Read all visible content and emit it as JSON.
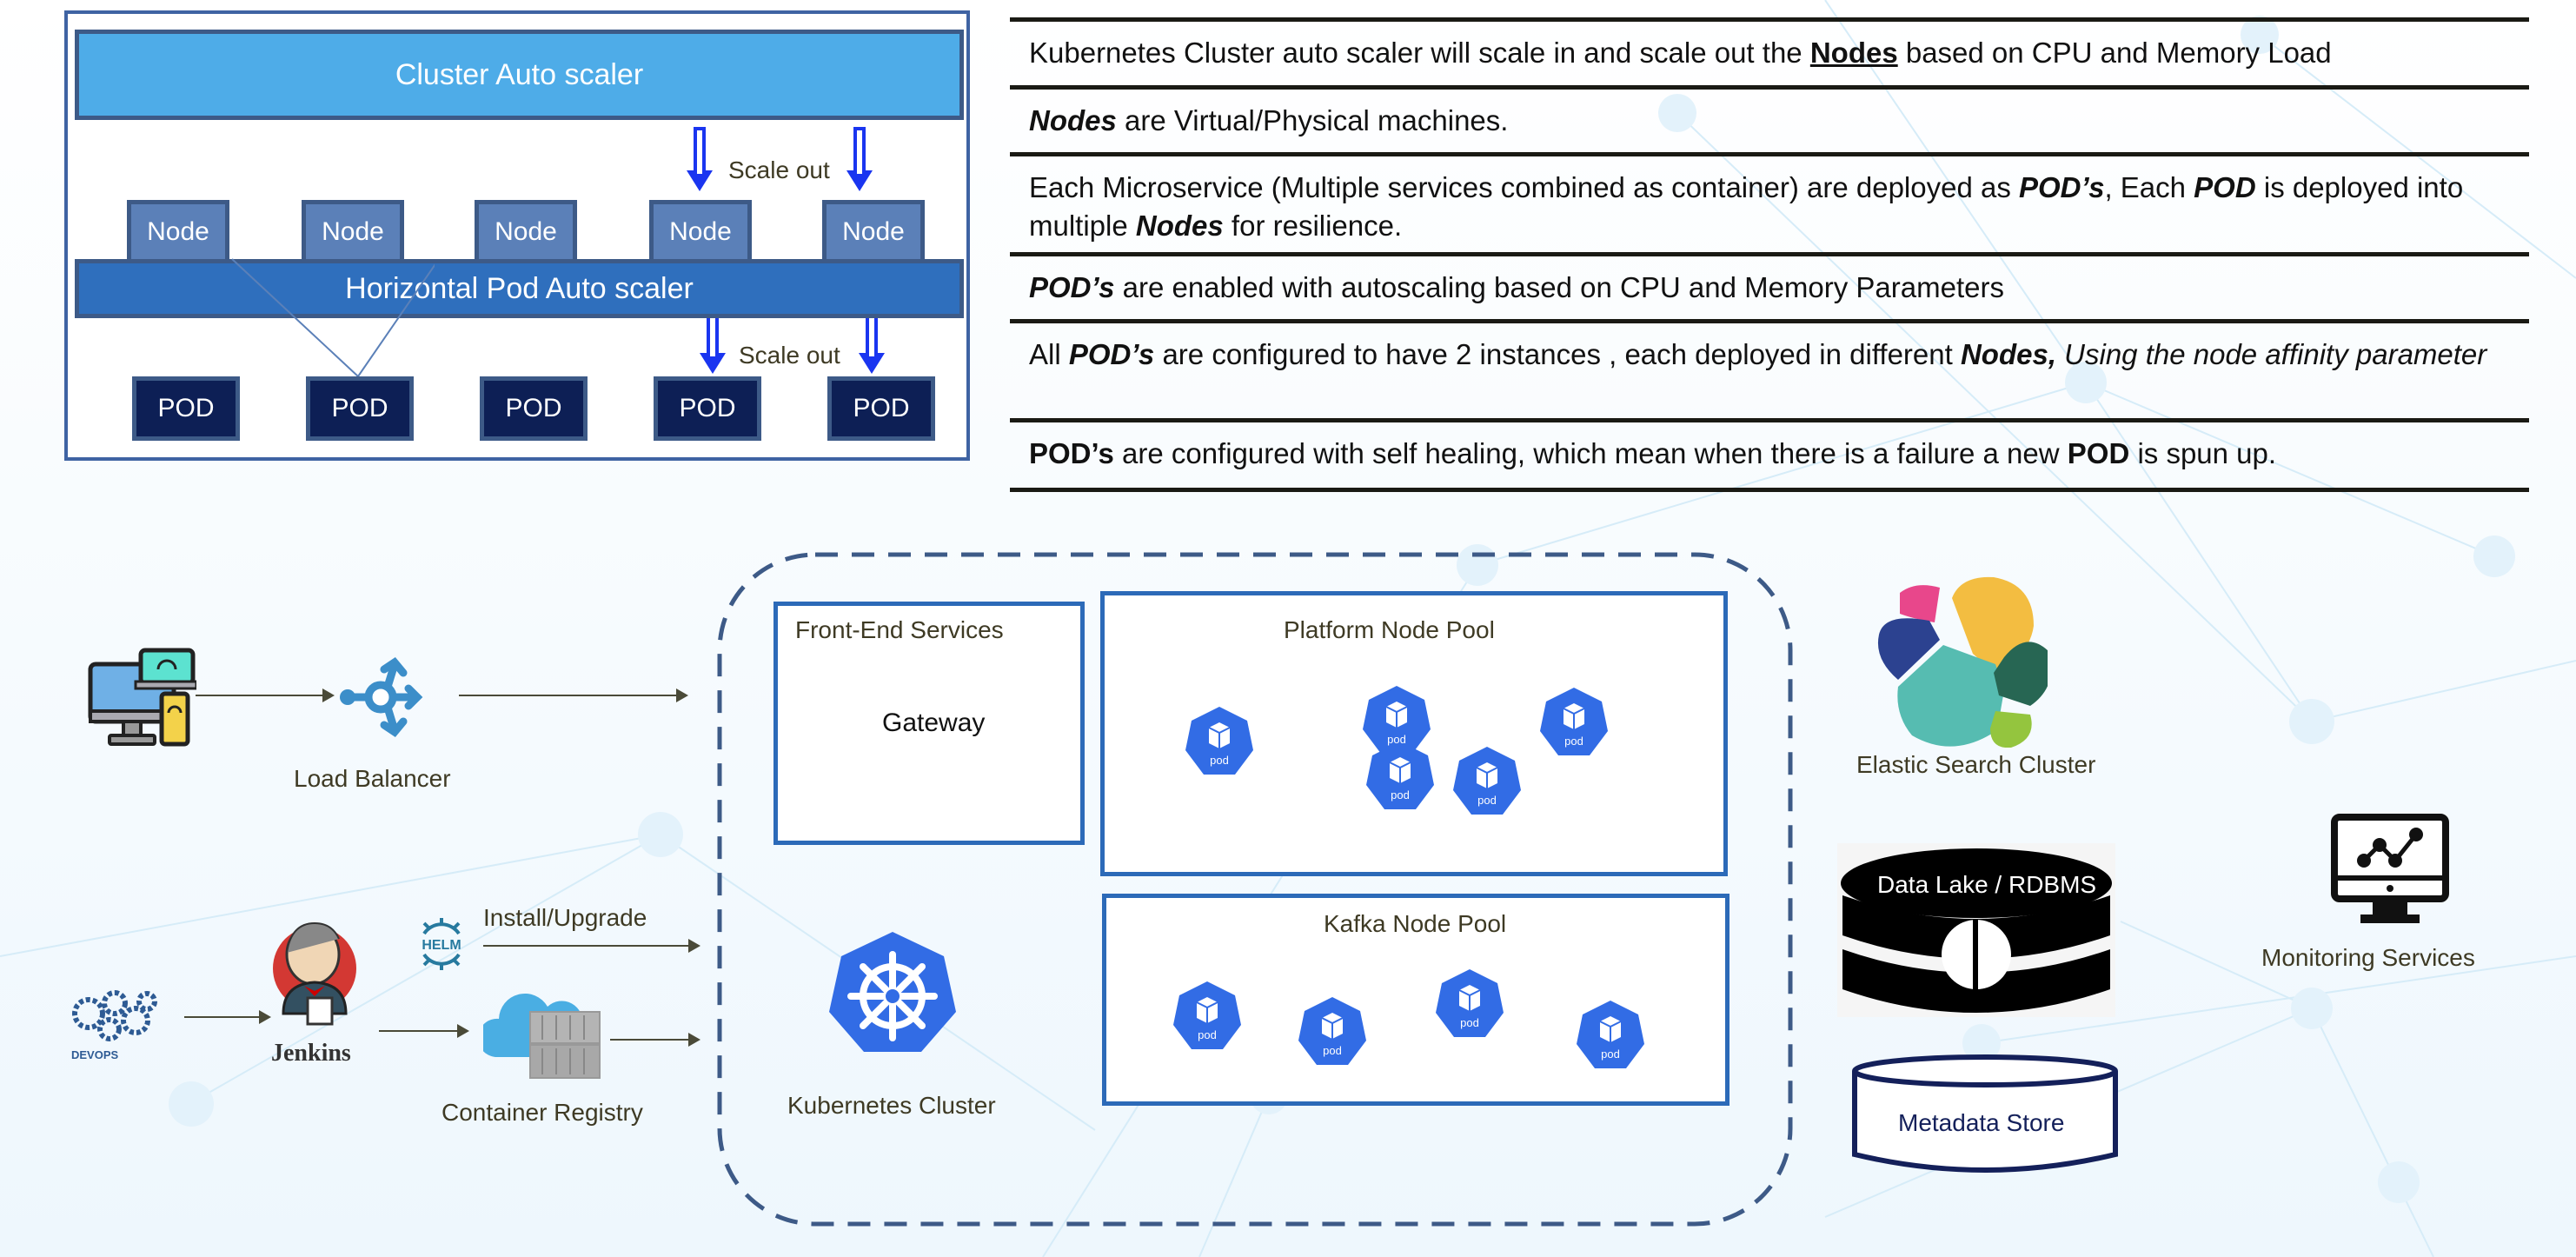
{
  "autoscaler_panel": {
    "cluster_autoscaler": "Cluster Auto scaler",
    "hpa": "Horizontal Pod Auto scaler",
    "node_label": "Node",
    "nodes": [
      "Node",
      "Node",
      "Node",
      "Node",
      "Node"
    ],
    "pods": [
      "POD",
      "POD",
      "POD",
      "POD",
      "POD"
    ],
    "scale_out_nodes": "Scale out",
    "scale_out_pods": "Scale out"
  },
  "notes": [
    {
      "parts": [
        {
          "t": "Kubernetes Cluster auto scaler will scale in and scale out the ",
          "s": "n"
        },
        {
          "t": "Nodes",
          "s": "u"
        },
        {
          "t": " based on CPU and Memory Load",
          "s": "n"
        }
      ]
    },
    {
      "parts": [
        {
          "t": "Nodes",
          "s": "bi"
        },
        {
          "t": " are Virtual/Physical machines.",
          "s": "n"
        }
      ]
    },
    {
      "parts": [
        {
          "t": "Each Microservice (Multiple services combined as container) are deployed as ",
          "s": "n"
        },
        {
          "t": "POD’s",
          "s": "bi"
        },
        {
          "t": ", Each ",
          "s": "n"
        },
        {
          "t": "POD",
          "s": "bi"
        },
        {
          "t": " is deployed into multiple ",
          "s": "n"
        },
        {
          "t": "Nodes",
          "s": "bi"
        },
        {
          "t": " for resilience.",
          "s": "n"
        }
      ]
    },
    {
      "parts": [
        {
          "t": "POD’s",
          "s": "bi"
        },
        {
          "t": " are enabled with autoscaling based on CPU and Memory Parameters",
          "s": "n"
        }
      ]
    },
    {
      "parts": [
        {
          "t": "All ",
          "s": "n"
        },
        {
          "t": "POD’s",
          "s": "bi"
        },
        {
          "t": " are configured to have 2 instances , each deployed in different ",
          "s": "n"
        },
        {
          "t": "Nodes,",
          "s": "bi"
        },
        {
          "t": " Using the node affinity parameter",
          "s": "i"
        }
      ]
    },
    {
      "parts": [
        {
          "t": "POD’s",
          "s": "b"
        },
        {
          "t": " are configured with self healing, which mean when there is a failure a new ",
          "s": "n"
        },
        {
          "t": "POD",
          "s": "b"
        },
        {
          "t": " is spun up.",
          "s": "n"
        }
      ]
    }
  ],
  "architecture": {
    "load_balancer": "Load Balancer",
    "install_upgrade": "Install/Upgrade",
    "jenkins": "Jenkins",
    "helm": "HELM",
    "devops": "DEVOPS",
    "container_registry": "Container Registry",
    "front_end_services": "Front-End Services",
    "gateway": "Gateway",
    "platform_node_pool": "Platform Node Pool",
    "kafka_node_pool": "Kafka Node Pool",
    "pod_label": "pod",
    "platform_pod_count": 5,
    "kafka_pod_count": 4,
    "kubernetes_cluster": "Kubernetes Cluster",
    "elastic_search": "Elastic Search Cluster",
    "data_lake": "Data Lake / RDBMS",
    "metadata_store": "Metadata Store",
    "monitoring": "Monitoring Services"
  },
  "colors": {
    "cluster_autoscaler_fill": "#4eace8",
    "hpa_fill": "#2f6fbd",
    "node_fill": "#5b80b8",
    "pod_fill": "#0d1f55",
    "k8s_blue": "#326ce5",
    "arrow_blue": "#1a35f0",
    "dash_border": "#3d5a87"
  }
}
